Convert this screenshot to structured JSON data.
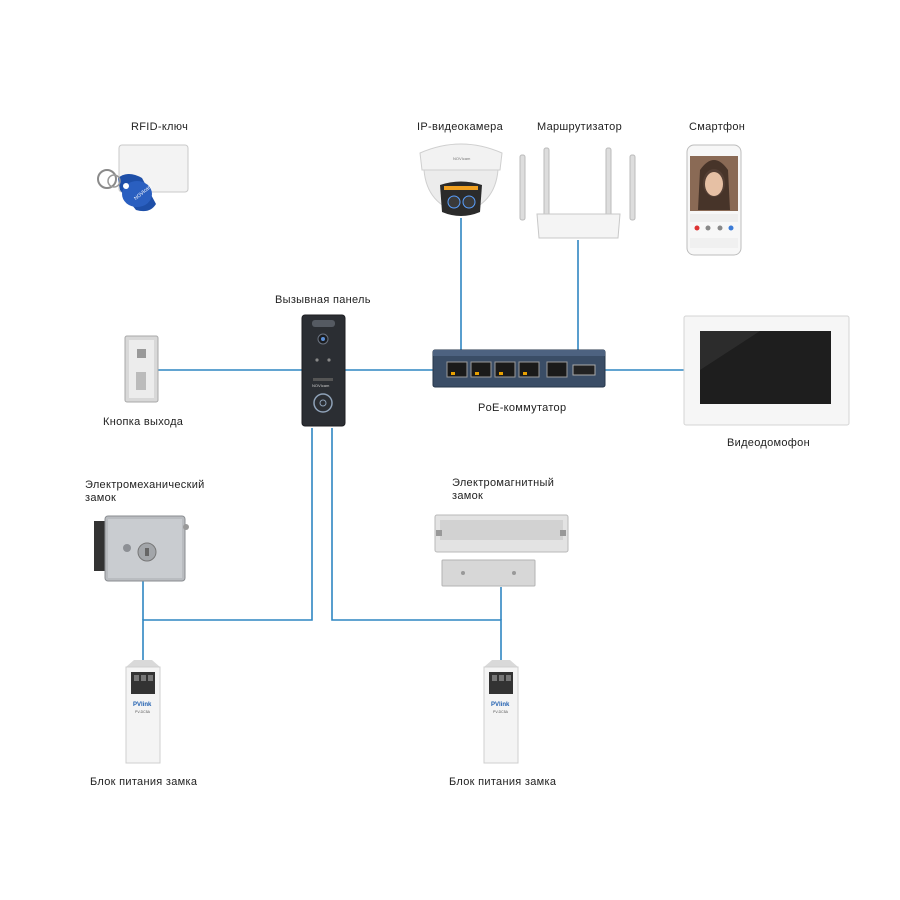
{
  "diagram": {
    "devices": {
      "rfid": {
        "label": "RFID-ключ",
        "logo": "NOVIcam"
      },
      "ip_camera": {
        "label": "IP-видеокамера",
        "logo": "NOVIcam"
      },
      "router": {
        "label": "Маршрутизатор"
      },
      "smartphone": {
        "label": "Смартфон"
      },
      "call_panel": {
        "label": "Вызывная панель",
        "logo": "NOVIcam"
      },
      "exit_button": {
        "label": "Кнопка выхода"
      },
      "poe_switch": {
        "label": "PoE-коммутатор"
      },
      "video_intercom": {
        "label": "Видеодомофон"
      },
      "electromech_lock": {
        "label": "Электромеханический замок"
      },
      "electromag_lock": {
        "label": "Электромагнитный замок"
      },
      "psu_left": {
        "label": "Блок питания замка",
        "brand": "PVlink",
        "model": "PV-DC5A"
      },
      "psu_right": {
        "label": "Блок питания замка",
        "brand": "PVlink",
        "model": "PV-DC5A"
      }
    },
    "line_color": "#2f86c2"
  }
}
